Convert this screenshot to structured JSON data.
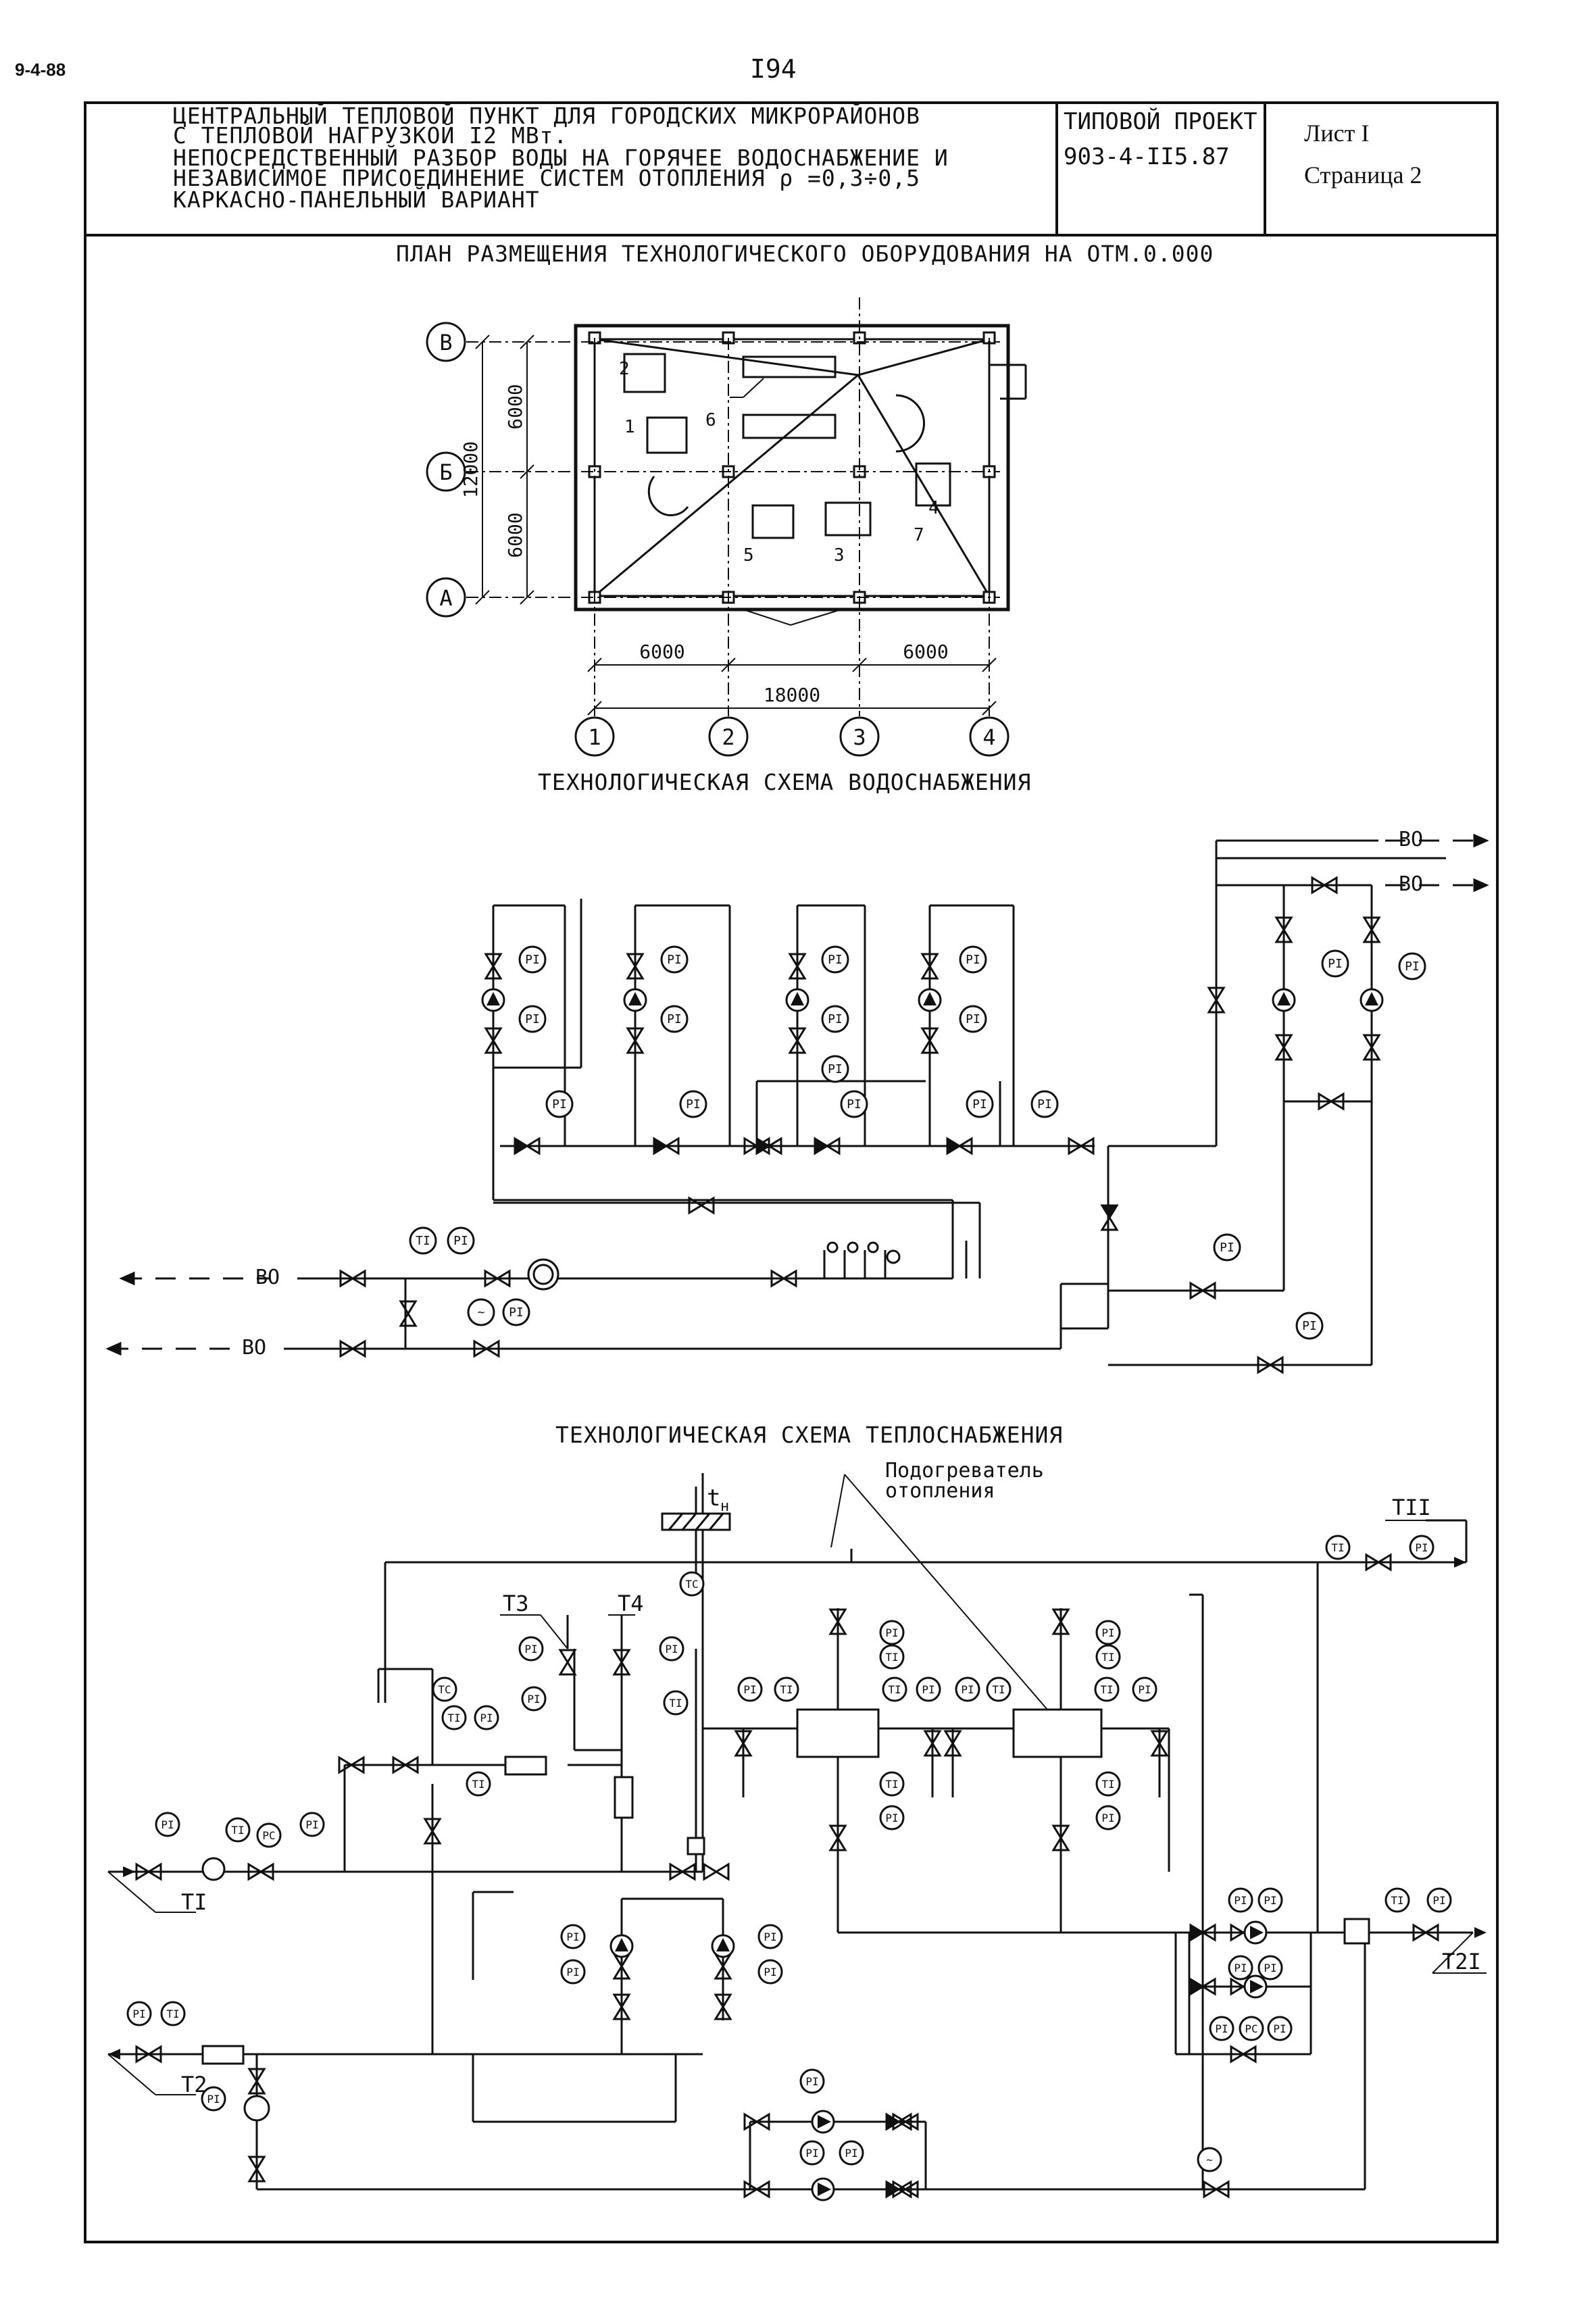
{
  "header": {
    "doc_code": "9-4-88",
    "page_number": "I94",
    "title_lines": [
      "ЦЕНТРАЛЬНЫЙ ТЕПЛОВОЙ ПУНКТ ДЛЯ ГОРОДСКИХ МИКРОРАЙОНОВ",
      "С ТЕПЛОВОЙ НАГРУЗКОЙ I2 МВт.",
      "НЕПОСРЕДСТВЕННЫЙ РАЗБОР ВОДЫ НА ГОРЯЧЕЕ ВОДОСНАБЖЕНИЕ И",
      "НЕЗАВИСИМОЕ ПРИСОЕДИНЕНИЕ СИСТЕМ ОТОПЛЕНИЯ  ρ =0,3÷0,5",
      "КАРКАСНО-ПАНЕЛЬНЫЙ ВАРИАНТ"
    ],
    "project_label": "ТИПОВОЙ ПРОЕКТ",
    "project_code": "903-4-II5.87",
    "sheet_label": "Лист I",
    "page_label": "Страница 2"
  },
  "plan": {
    "title": "ПЛАН РАЗМЕЩЕНИЯ ТЕХНОЛОГИЧЕСКОГО ОБОРУДОВАНИЯ НА ОТМ.0.000",
    "row_axes": [
      "В",
      "Б",
      "А"
    ],
    "col_axes": [
      "1",
      "2",
      "3",
      "4"
    ],
    "dim_total_height": "12000",
    "dim_vertical": [
      "6000",
      "6000"
    ],
    "dim_horizontal": [
      "6000",
      "6000"
    ],
    "dim_total_width": "18000",
    "equipment_labels": [
      "1",
      "2",
      "3",
      "4",
      "5",
      "6",
      "7"
    ]
  },
  "water_scheme": {
    "title": "ТЕХНОЛОГИЧЕСКАЯ СХЕМА ВОДОСНАБЖЕНИЯ",
    "pipe_label": "ВО",
    "gauge_pi": "PI",
    "gauge_ti": "TI",
    "gauge_flow": "~"
  },
  "heat_scheme": {
    "title": "ТЕХНОЛОГИЧЕСКАЯ СХЕМА ТЕПЛОСНАБЖЕНИЯ",
    "heater_label_1": "Подогреватель",
    "heater_label_2": "отопления",
    "outdoor_temp": "t",
    "outdoor_temp_sub": "н",
    "pipes": {
      "t1": "TI",
      "t2": "T2",
      "t3": "T3",
      "t4": "T4",
      "t11": "TII",
      "t21": "T2I"
    },
    "gauge_pi": "PI",
    "gauge_ti": "TI",
    "gauge_tc": "TC",
    "gauge_pc": "PC",
    "gauge_flow": "~"
  }
}
